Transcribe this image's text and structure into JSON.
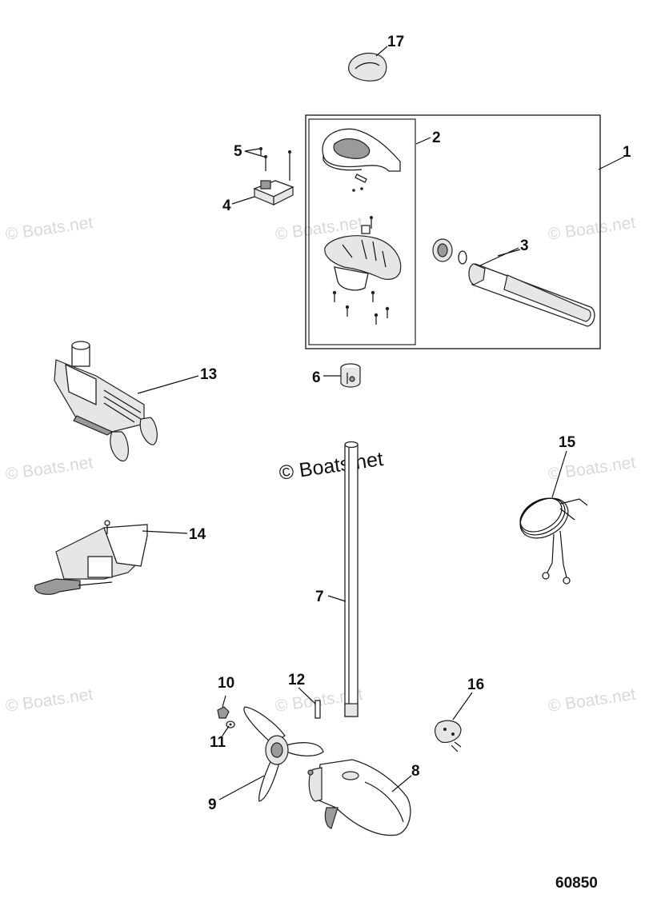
{
  "diagram": {
    "drawing_number": "60850",
    "watermark": "© Boats.net",
    "callouts": [
      "1",
      "2",
      "3",
      "4",
      "5",
      "6",
      "7",
      "8",
      "9",
      "10",
      "11",
      "12",
      "13",
      "14",
      "15",
      "16",
      "17"
    ]
  }
}
